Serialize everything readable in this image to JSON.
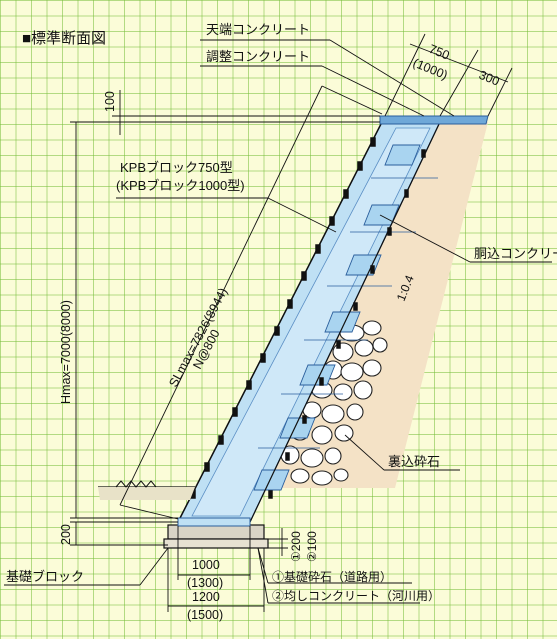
{
  "title": "■標準断面図",
  "labels": {
    "top_concrete": "天端コンクリート",
    "adjust_concrete": "調整コンクリート",
    "block_type_1": "KPBブロック750型",
    "block_type_2": "(KPBブロック1000型)",
    "backfill_concrete": "胴込コンクリート",
    "back_gravel": "裏込砕石",
    "foundation_block": "基礎ブロック",
    "note_1": "①基礎砕石（道路用）",
    "note_2": "②均しコンクリート（河川用）",
    "slope": "1:0.4"
  },
  "dimensions": {
    "top_width": "750",
    "top_width_alt": "(1000)",
    "top_back": "300",
    "top_offset": "100",
    "height": "Hmax=7000(8000)",
    "slope_length": "SLmax=7826(8944)",
    "spacing": "N@800",
    "bottom_offset": "200",
    "base_width": "1000",
    "base_width_alt": "(1300)",
    "footing_width": "1200",
    "footing_width_alt": "(1500)",
    "foot_thickness_1": "①200",
    "foot_thickness_2": "②100"
  },
  "colors": {
    "grid": "#78be3c",
    "background": "#fbfcd8",
    "block_fill": "#bfe0f4",
    "block_outline": "#2a5e9c",
    "backfill": "#f4e2c6",
    "cap": "#6fa8d8"
  }
}
